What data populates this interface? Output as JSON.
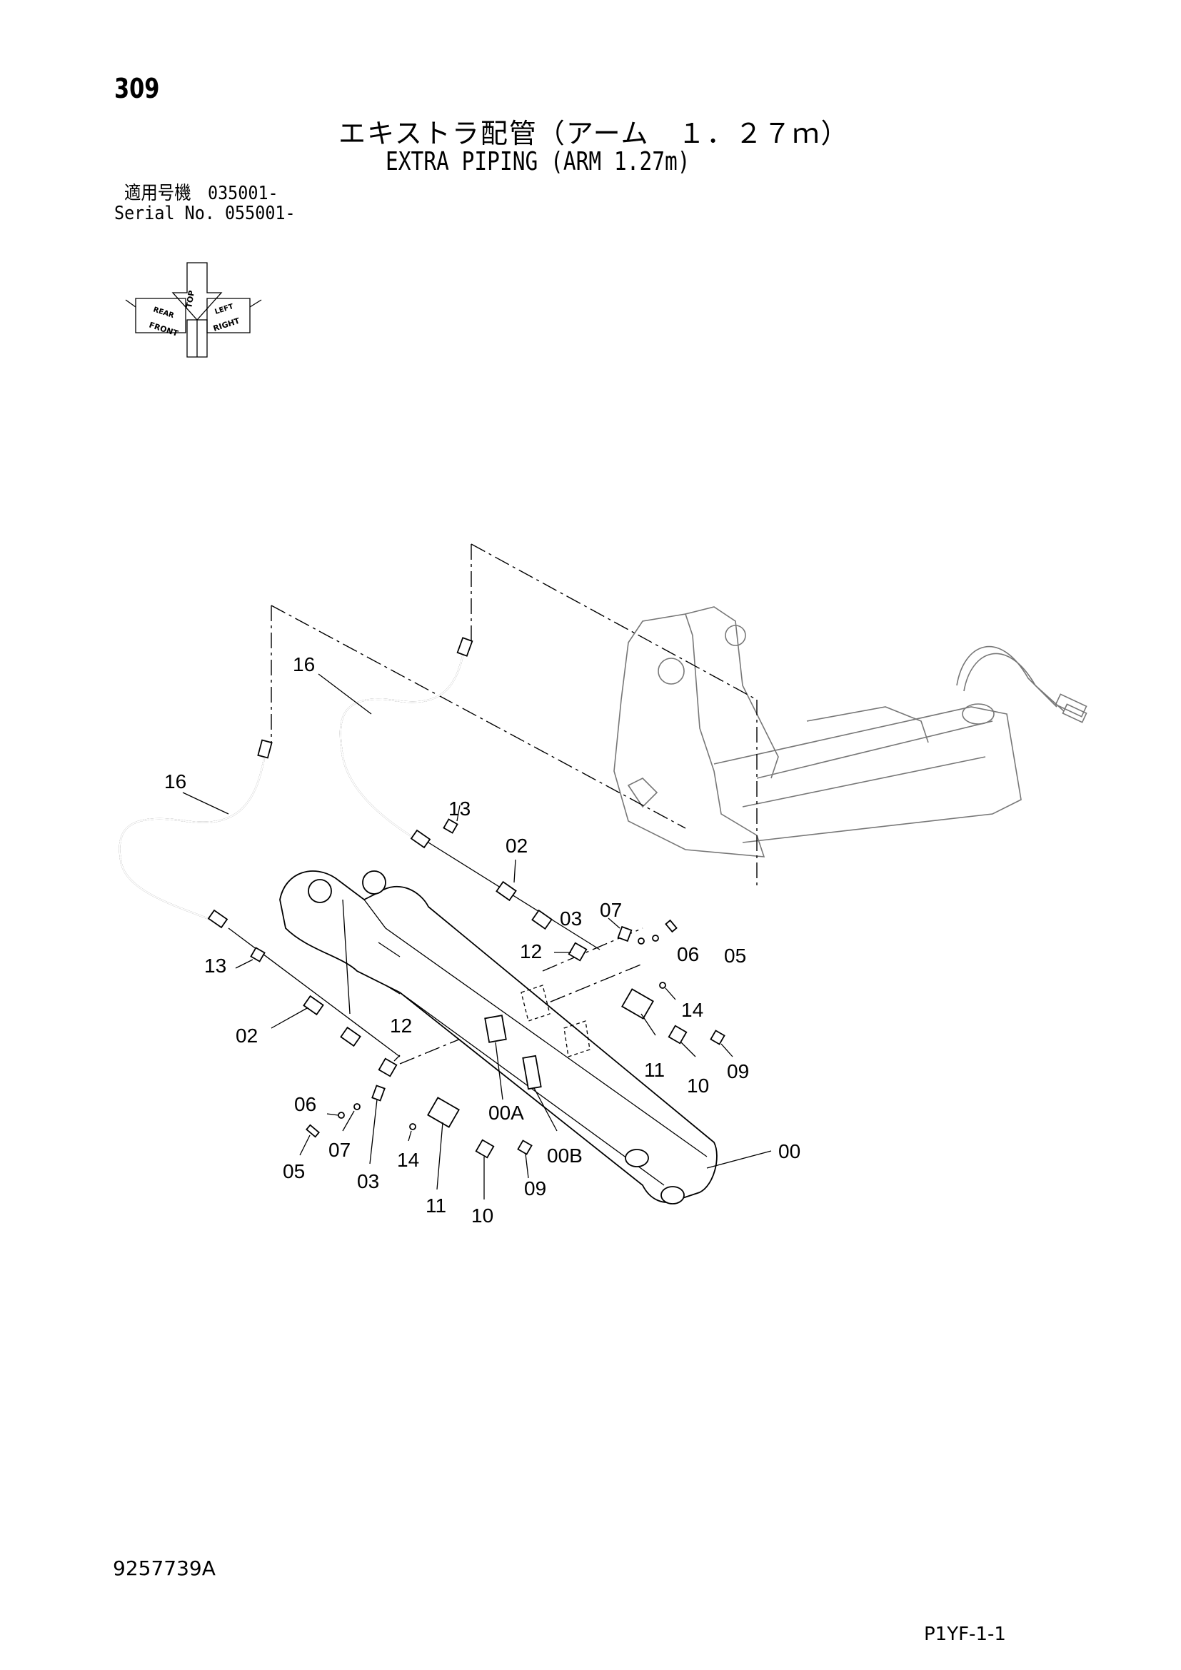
{
  "header": {
    "page_number": "309",
    "title_jp": "エキストラ配管（アーム　１．２７ｍ）",
    "title_en": "EXTRA PIPING (ARM 1.27m)",
    "serial_jp": "適用号機　035001-",
    "serial_en": "Serial No. 055001-"
  },
  "orientation_icon": {
    "labels": [
      "TOP",
      "FRONT",
      "RIGHT",
      "REAR",
      "LEFT"
    ]
  },
  "callouts": {
    "c16_top": "16",
    "c16_left": "16",
    "c13_top": "13",
    "c02_top": "02",
    "c07_top": "07",
    "c03_top": "03",
    "c12_top": "12",
    "c06_top": "06",
    "c05_top": "05",
    "c13_left": "13",
    "c02_left": "02",
    "c12_left": "12",
    "c14_right": "14",
    "c11_right": "11",
    "c10_right": "10",
    "c09_right": "09",
    "c00A": "00A",
    "c00B": "00B",
    "c00": "00",
    "c06_left": "06",
    "c07_left": "07",
    "c05_left": "05",
    "c03_left": "03",
    "c14_left": "14",
    "c11_left": "11",
    "c10_left": "10",
    "c09_left": "09"
  },
  "footer": {
    "doc_number": "9257739A",
    "page_code": "P1YF-1-1"
  }
}
